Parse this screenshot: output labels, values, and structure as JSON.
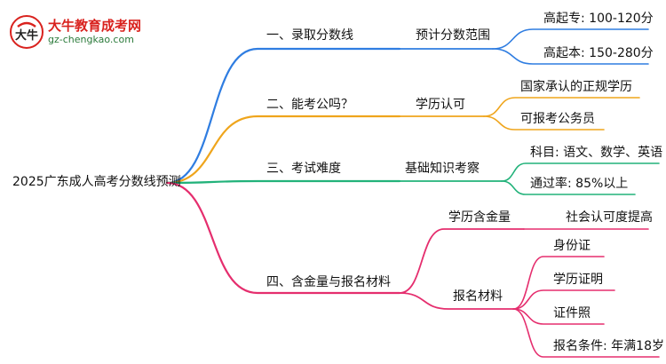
{
  "logo": {
    "name": "大牛教育成考网",
    "url": "gz-chengkao.com",
    "mark_text": "大牛",
    "colors": {
      "name": "#d9221e",
      "url": "#2a7a3a"
    }
  },
  "root": {
    "label": "2025广东成人高考分数线预测"
  },
  "branches": [
    {
      "label": "一、录取分数线",
      "color": "#2f7de1",
      "sub": [
        {
          "label": "预计分数范围",
          "leaves": [
            "高起专: 100-120分",
            "高起本: 150-280分"
          ]
        }
      ]
    },
    {
      "label": "二、能考公吗？",
      "color": "#efa51c",
      "sub": [
        {
          "label": "学历认可",
          "leaves": [
            "国家承认的正规学历",
            "可报考公务员"
          ]
        }
      ]
    },
    {
      "label": "三、考试难度",
      "color": "#22b27a",
      "sub": [
        {
          "label": "基础知识考察",
          "leaves": [
            "科目: 语文、数学、英语",
            "通过率: 85%以上"
          ]
        }
      ]
    },
    {
      "label": "四、含金量与报名材料",
      "color": "#e52e6e",
      "sub": [
        {
          "label": "学历含金量",
          "leaves": [
            "社会认可度提高"
          ]
        },
        {
          "label": "报名材料",
          "leaves": [
            "身份证",
            "学历证明",
            "证件照",
            "报名条件: 年满18岁"
          ]
        }
      ]
    }
  ]
}
